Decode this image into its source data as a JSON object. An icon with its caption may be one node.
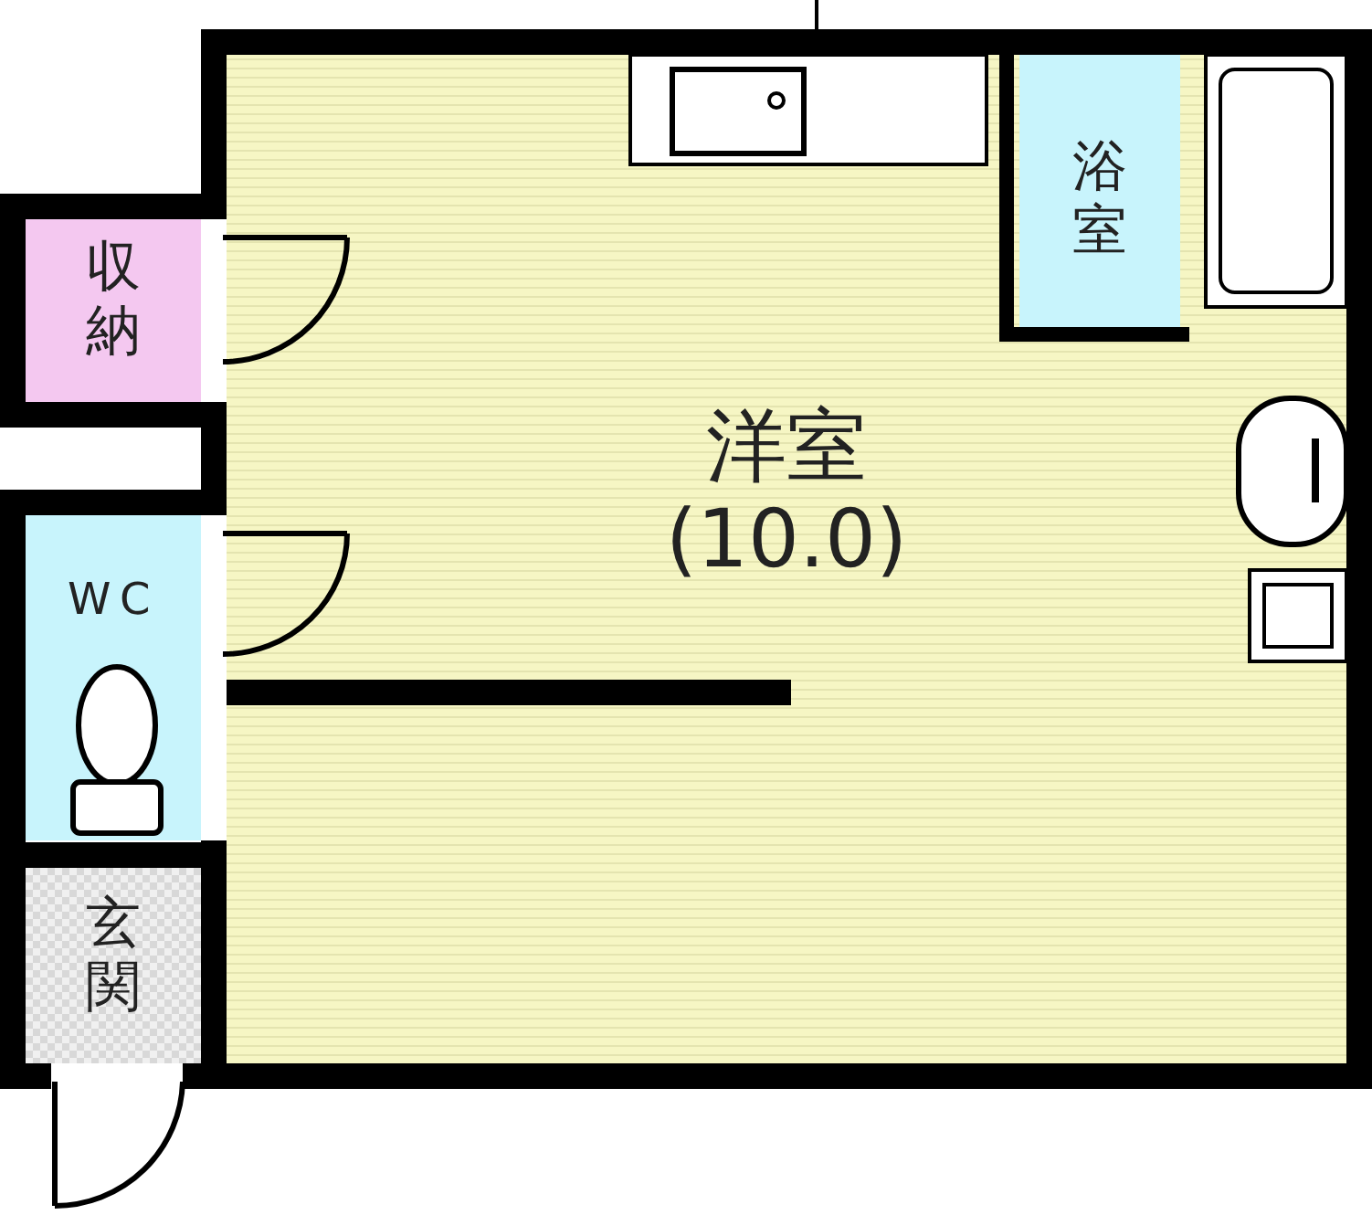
{
  "diagram": {
    "nodes": [
      {
        "text": [
          "洋室",
          "(10.0)"
        ]
      },
      {
        "text": [
          "浴室"
        ],
        "in": 0
      },
      {
        "text": [
          "収納"
        ]
      },
      {
        "text": [
          "WC"
        ]
      },
      {
        "text": [
          "玄関"
        ]
      }
    ]
  }
}
